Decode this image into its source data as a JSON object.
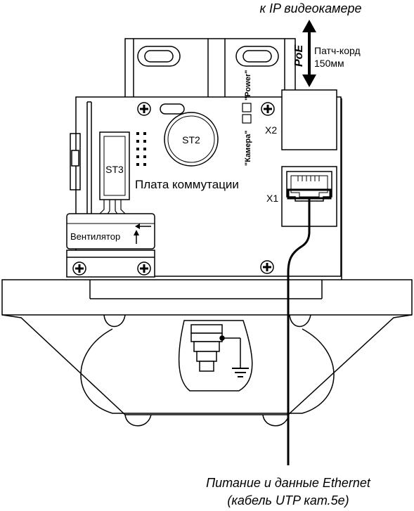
{
  "labels": {
    "to_camera": "к IP видеокамере",
    "poe": "PoE",
    "patch_cord_line1": "Патч-корд",
    "patch_cord_line2": "150мм",
    "x2": "X2",
    "x1": "X1",
    "st2": "ST2",
    "st3": "ST3",
    "board": "Плата коммутации",
    "fan": "Вентилятор",
    "led_camera": "\"Камера\"",
    "led_power": "\"Power\"",
    "power_data_line1": "Питание и данные Ethernet",
    "power_data_line2": "(кабель UTP кат.5е)"
  },
  "colors": {
    "line": "#000000",
    "background": "#ffffff"
  }
}
